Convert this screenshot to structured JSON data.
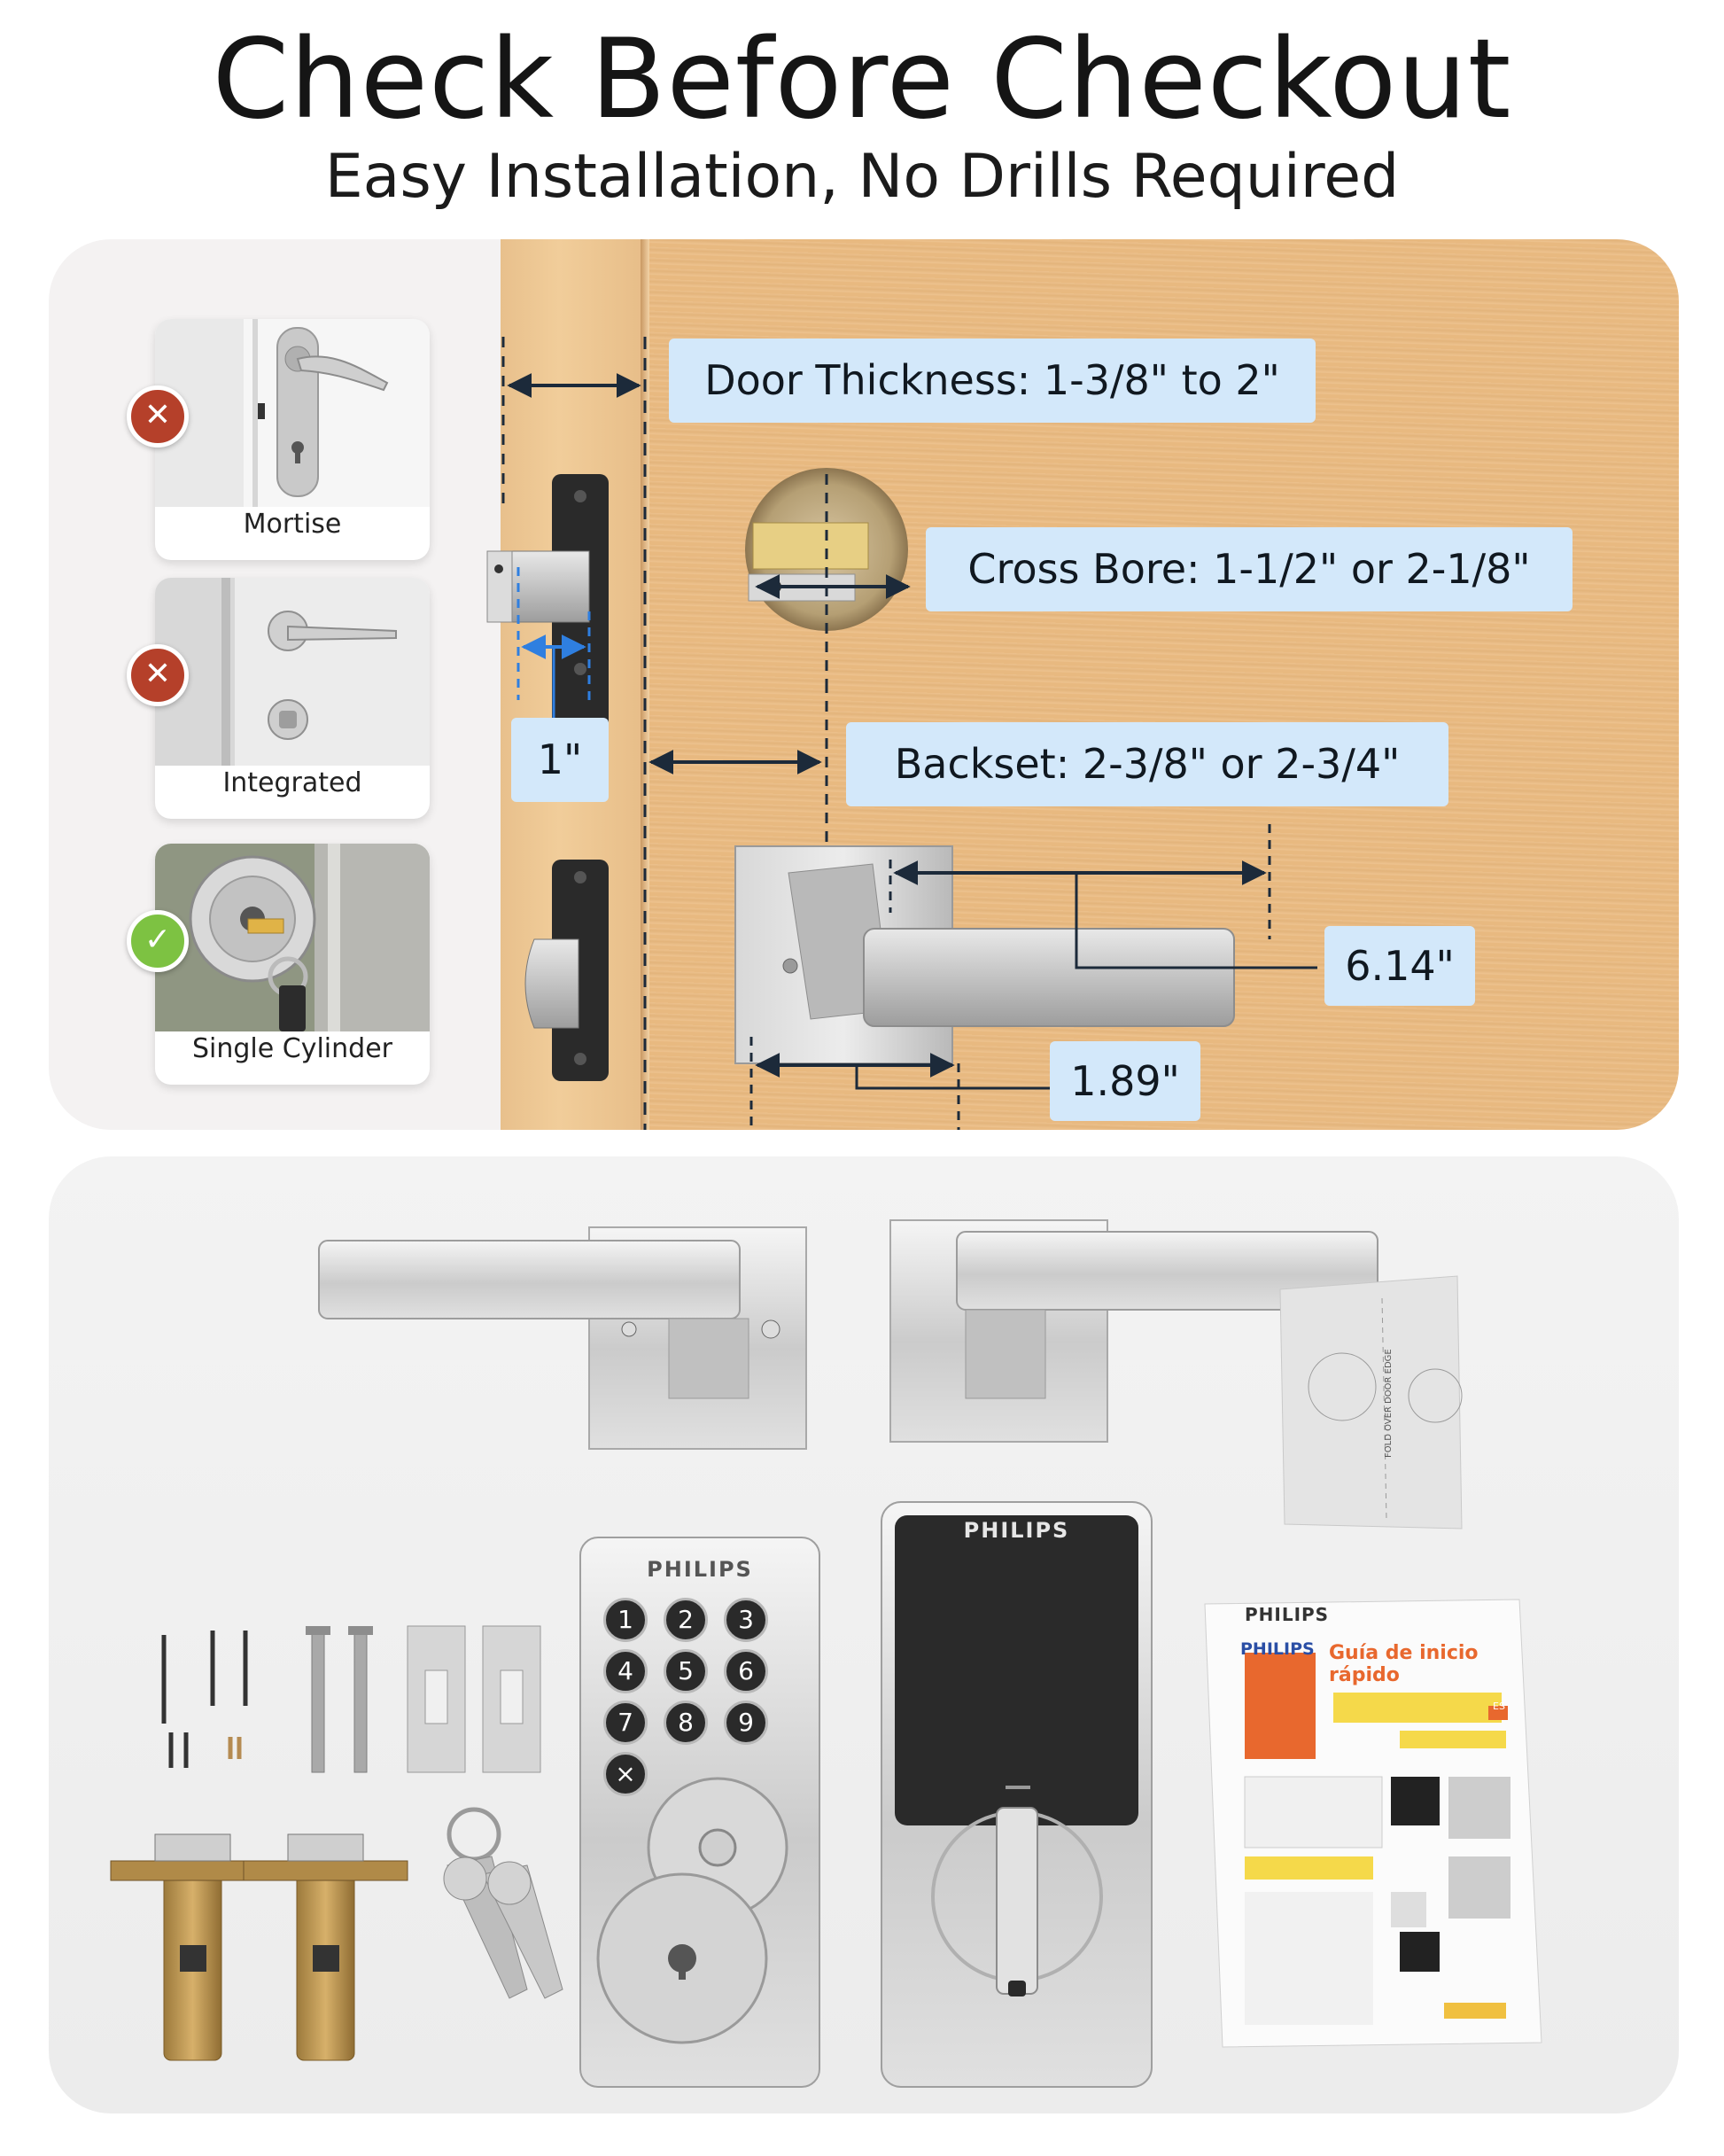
{
  "header": {
    "title": "Check Before Checkout",
    "subtitle": "Easy Installation, No Drills Required"
  },
  "door_types": [
    {
      "label": "Mortise",
      "status": "incompatible",
      "status_icon": "x-mark-icon"
    },
    {
      "label": "Integrated",
      "status": "incompatible",
      "status_icon": "x-mark-icon"
    },
    {
      "label": "Single Cylinder",
      "status": "compatible",
      "status_icon": "check-mark-icon"
    }
  ],
  "measurements": {
    "door_thickness": "Door Thickness: 1-3/8\" to 2\"",
    "cross_bore": "Cross Bore: 1-1/2\" or 2-1/8\"",
    "latch": "1\"",
    "backset": "Backset: 2-3/8\" or 2-3/4\"",
    "lever_length": "6.14\"",
    "rose_width": "1.89\""
  },
  "package": {
    "brand_keypad": "PHILIPS",
    "brand_smart_panel": "PHILIPS",
    "keypad_keys": [
      "1",
      "2",
      "3",
      "4",
      "5",
      "6",
      "7",
      "8",
      "9",
      "×"
    ],
    "guide_brand_top": "PHILIPS",
    "guide_brand": "PHILIPS",
    "guide_title": "Guía de inicio rápido",
    "guide_badge": "ES",
    "template_text": "FOLD OVER DOOR EDGE"
  },
  "colors": {
    "incompatible": "#b5402a",
    "compatible": "#7dc242",
    "tag_bg": "#d3e8fa",
    "dimension_line": "#1c2a3a",
    "latch_highlight": "#2f7fe0"
  }
}
